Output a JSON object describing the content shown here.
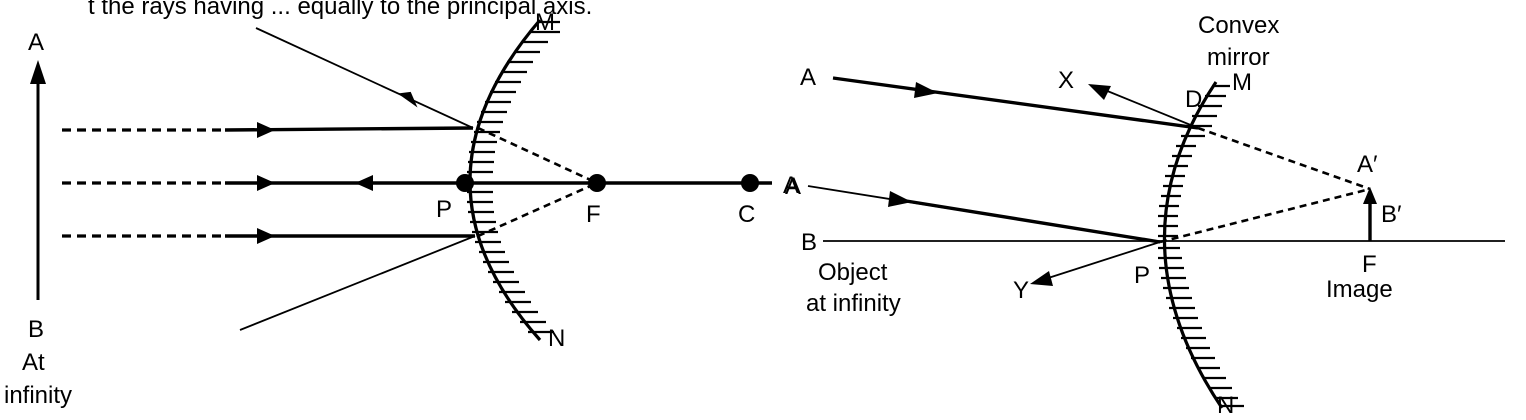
{
  "header_fragment": "t the rays having ... equally to the principal axis.",
  "left_figure": {
    "labels": {
      "object_top": "A",
      "object_bottom": "B",
      "at_infinity_line1": "At",
      "at_infinity_line2": "infinity",
      "mirror_top": "M",
      "mirror_bottom": "N",
      "pole": "P",
      "focus": "F",
      "centre": "C",
      "ray_out": "A"
    }
  },
  "right_figure": {
    "labels": {
      "title_line1": "Convex",
      "title_line2": "mirror",
      "ray_top_source": "A",
      "ray_mid_source": "A",
      "axis_source": "B",
      "reflected_top": "X",
      "reflected_bottom": "Y",
      "point_d": "D",
      "mirror_top": "M",
      "mirror_bottom": "N",
      "pole": "P",
      "focus": "F",
      "image_top": "A′",
      "image_bottom": "B′",
      "object_line1": "Object",
      "object_line2": "at infinity",
      "image_caption": "Image"
    }
  }
}
